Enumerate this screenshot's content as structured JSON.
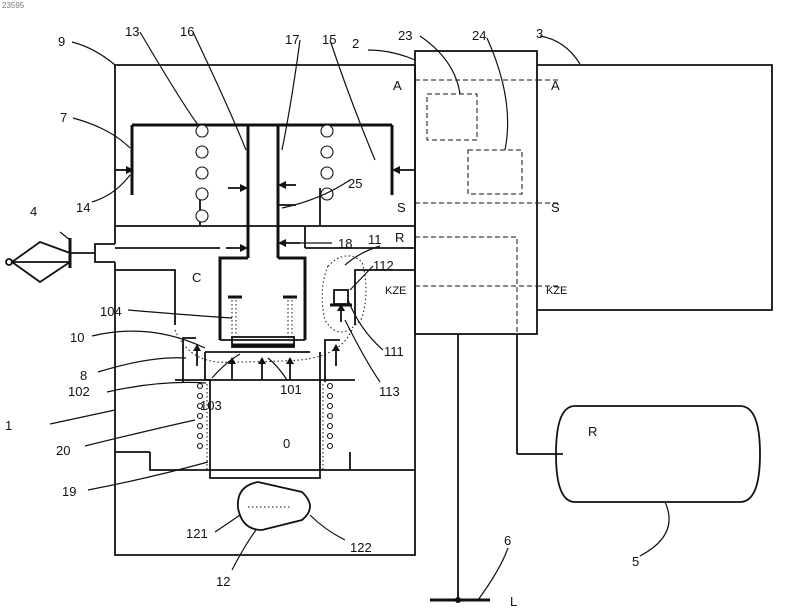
{
  "header": {
    "image_number": "23595"
  },
  "reference_numerals": {
    "n1": "1",
    "n2": "2",
    "n3": "3",
    "n4": "4",
    "n5": "5",
    "n6": "6",
    "n7": "7",
    "n8": "8",
    "n9": "9",
    "n10": "10",
    "n11": "11",
    "n12": "12",
    "n13": "13",
    "n14": "14",
    "n15": "15",
    "n16": "16",
    "n17": "17",
    "n18": "18",
    "n19": "19",
    "n20": "20",
    "n23": "23",
    "n24": "24",
    "n25": "25",
    "n101": "101",
    "n102": "102",
    "n103": "103",
    "n104": "104",
    "n111": "111",
    "n112": "112",
    "n113": "113",
    "n121": "121",
    "n122": "122"
  },
  "letter_labels": {
    "a_left": "A",
    "a_right": "A",
    "s_left": "S",
    "s_right": "S",
    "r_port": "R",
    "r_tank": "R",
    "kze_left": "KZE",
    "kze_right": "KZE",
    "chamber_c": "C",
    "chamber_0": "0",
    "ground_l": "L"
  }
}
